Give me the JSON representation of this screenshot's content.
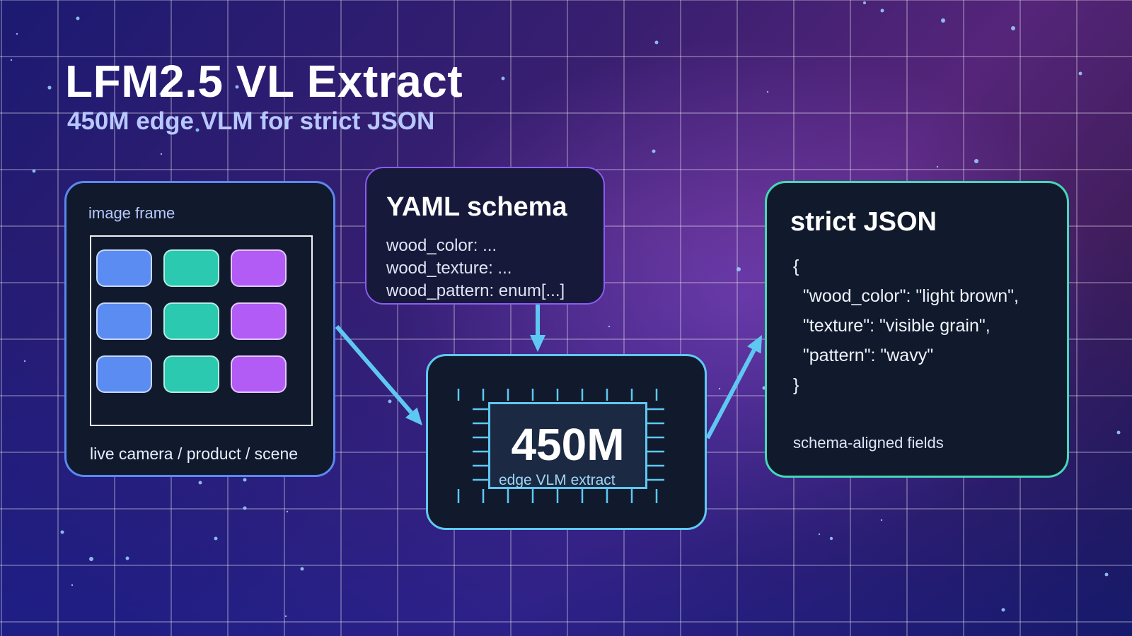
{
  "header": {
    "title": "LFM2.5 VL Extract",
    "subtitle": "450M edge VLM for strict JSON"
  },
  "image_card": {
    "label": "image frame",
    "caption": "live camera / product / scene",
    "tile_colors": [
      "#5b8cf2",
      "#2ac9b0",
      "#b25cf5"
    ]
  },
  "yaml_card": {
    "title": "YAML schema",
    "lines": [
      "wood_color: ...",
      "wood_texture: ...",
      "wood_pattern: enum[...]"
    ]
  },
  "chip_card": {
    "value": "450M",
    "label": "edge VLM extract"
  },
  "json_card": {
    "title": "strict JSON",
    "lines": [
      "{",
      "  \"wood_color\": \"light brown\",",
      "  \"texture\": \"visible grain\",",
      "  \"pattern\": \"wavy\"",
      "}"
    ],
    "caption": "schema-aligned fields"
  },
  "colors": {
    "arrow": "#5fc8f2",
    "grid": "#ffffff",
    "image_border": "#5b87f0",
    "yaml_border": "#8a5cf2",
    "chip_border": "#5fc8f2",
    "json_border": "#43d9b7"
  }
}
